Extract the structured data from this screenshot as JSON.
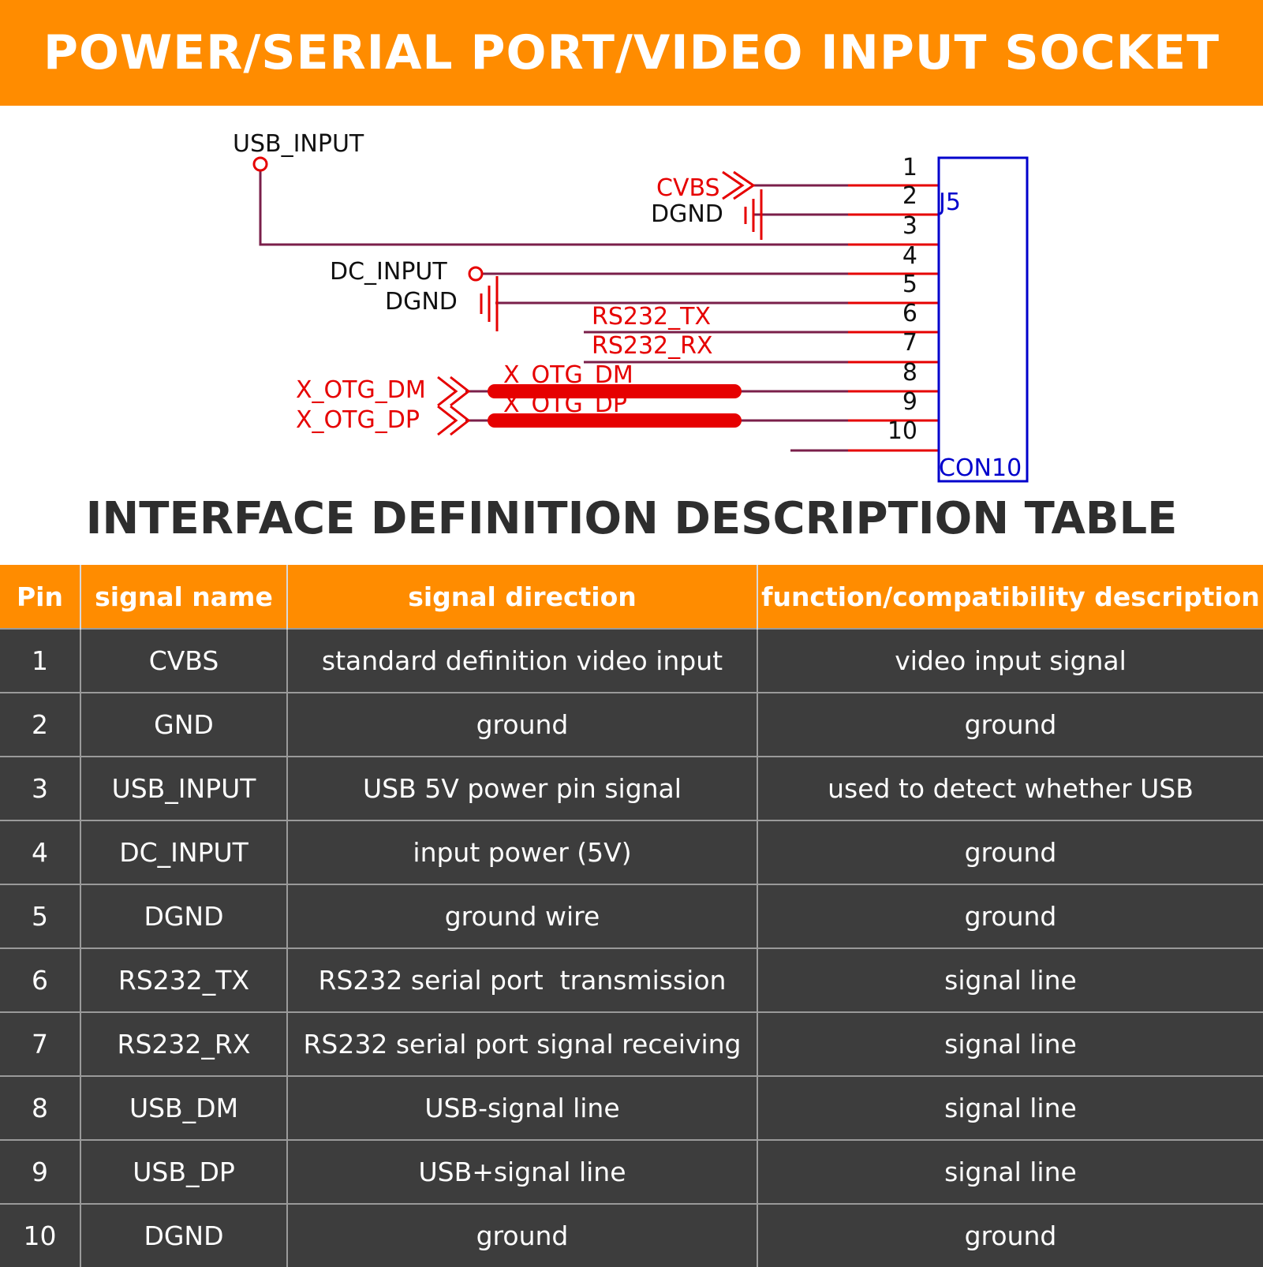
{
  "header": {
    "title": "POWER/SERIAL PORT/VIDEO INPUT SOCKET"
  },
  "schematic": {
    "connector_ref": "J5",
    "connector_type": "CON10",
    "pin_numbers": [
      "1",
      "2",
      "3",
      "4",
      "5",
      "6",
      "7",
      "8",
      "9",
      "10"
    ],
    "net_labels": {
      "usb_input": "USB_INPUT",
      "cvbs": "CVBS",
      "dgnd_top": "DGND",
      "dc_input": "DC_INPUT",
      "dgnd_mid": "DGND",
      "rs232_tx": "RS232_TX",
      "rs232_rx": "RS232_RX",
      "x_otg_dm_left": "X_OTG_DM",
      "x_otg_dp_left": "X_OTG_DP",
      "x_otg_dm_bus": "X_OTG_DM",
      "x_otg_dp_bus": "X_OTG_DP"
    },
    "colors": {
      "wire": "#7a1f4a",
      "net": "#e60000",
      "part": "#0000cc",
      "text": "#111111"
    }
  },
  "table": {
    "title": "INTERFACE DEFINITION DESCRIPTION TABLE",
    "headers": [
      "Pin",
      "signal name",
      "signal direction",
      "function/compatibility description"
    ],
    "rows": [
      [
        "1",
        "CVBS",
        "standard definition video input",
        "video input signal"
      ],
      [
        "2",
        "GND",
        "ground",
        "ground"
      ],
      [
        "3",
        "USB_INPUT",
        "USB 5V power pin signal",
        "used to detect whether USB"
      ],
      [
        "4",
        "DC_INPUT",
        "input power (5V)",
        "ground"
      ],
      [
        "5",
        "DGND",
        "ground wire",
        "ground"
      ],
      [
        "6",
        "RS232_TX",
        "RS232 serial port  transmission",
        "signal line"
      ],
      [
        "7",
        "RS232_RX",
        "RS232 serial port signal receiving",
        "signal line"
      ],
      [
        "8",
        "USB_DM",
        "USB-signal line",
        "signal line"
      ],
      [
        "9",
        "USB_DP",
        "USB+signal line",
        "signal line"
      ],
      [
        "10",
        "DGND",
        "ground",
        "ground"
      ]
    ]
  },
  "colors": {
    "accent": "#ff8c00",
    "row_bg": "#3d3d3d"
  }
}
